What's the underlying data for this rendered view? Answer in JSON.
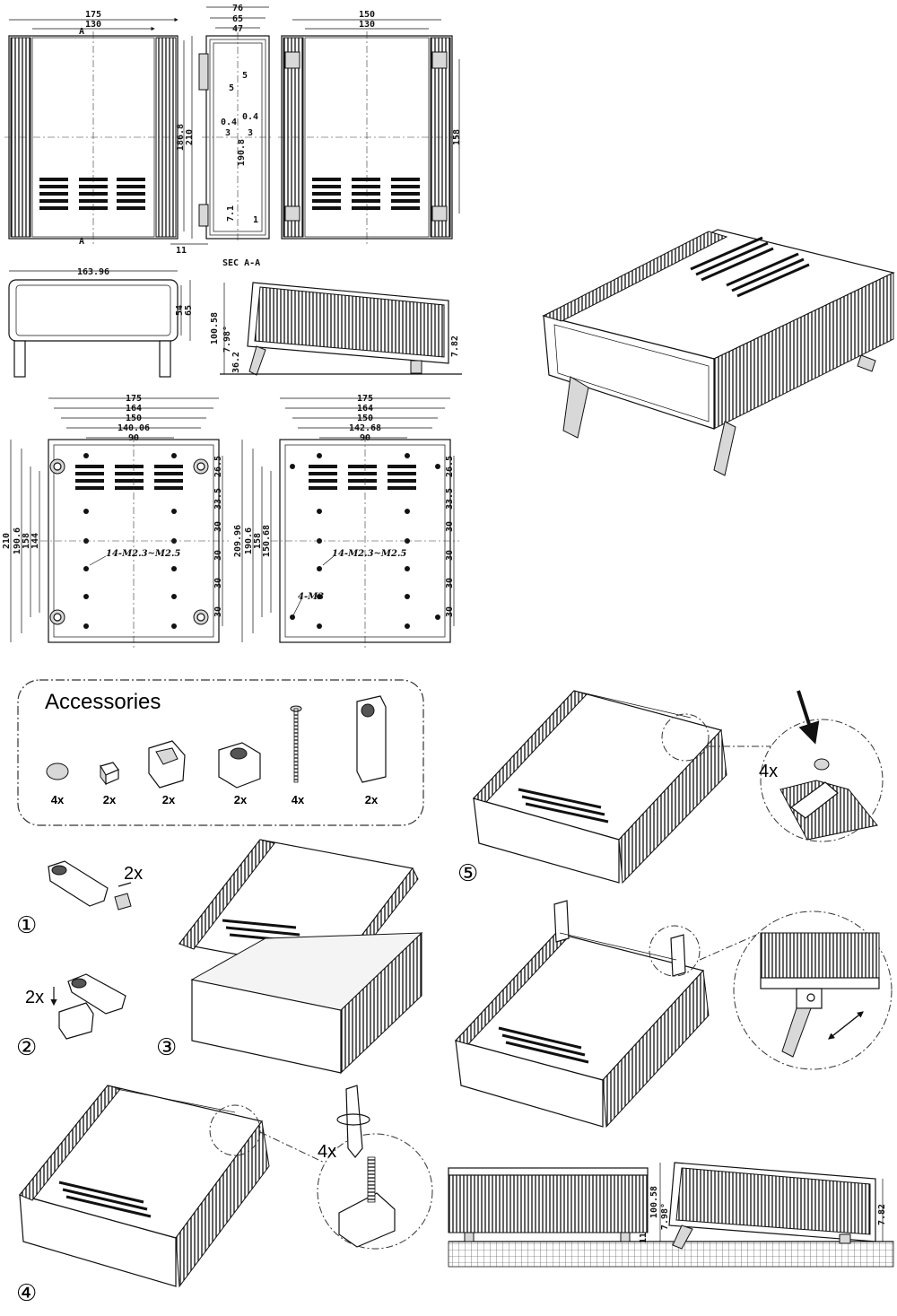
{
  "top_views": {
    "front": {
      "w_outer": "175",
      "w_inner": "130",
      "h_inner": "186.8",
      "h_outer": "210",
      "base": "11",
      "section_mark": "A"
    },
    "section": {
      "d_outer": "76",
      "d_mid": "65",
      "d_inner": "47",
      "wall_a": "5",
      "wall_b": "0.4",
      "wall_c": "3",
      "inner_h": "190.8",
      "foot": "7.1",
      "gap": "1",
      "caption": "SEC A-A"
    },
    "back": {
      "w_outer": "150",
      "w_inner": "130",
      "h": "158"
    }
  },
  "mid_views": {
    "front_small": {
      "width": "163.96",
      "h_inner": "54",
      "h_outer": "65"
    },
    "side": {
      "height": "100.58",
      "angle": "7.98°",
      "foot_h": "36.2",
      "right_h": "7.82"
    }
  },
  "bottom_views": {
    "left": {
      "w1": "175",
      "w2": "164",
      "w3": "150",
      "w4": "140.06",
      "w5": "90",
      "h1": "210",
      "h2": "190.6",
      "h3": "158",
      "h4": "144",
      "pitch": [
        "26.5",
        "33.5",
        "30",
        "30",
        "30",
        "30"
      ],
      "holes": "14-M2.3~M2.5"
    },
    "right": {
      "w1": "175",
      "w2": "164",
      "w3": "150",
      "w4": "142.68",
      "w5": "90",
      "h1": "209.96",
      "h2": "190.6",
      "h3": "158",
      "h4": "150.68",
      "pitch": [
        "26.5",
        "33.5",
        "30",
        "30",
        "30",
        "30"
      ],
      "holes": "14-M2.3~M2.5",
      "screws": "4-M3"
    }
  },
  "accessories": {
    "title": "Accessories",
    "items": [
      {
        "icon": "rubber-foot-icon",
        "qty": "4x"
      },
      {
        "icon": "small-block-icon",
        "qty": "2x"
      },
      {
        "icon": "hinge-bracket-icon",
        "qty": "2x"
      },
      {
        "icon": "hinge-cap-icon",
        "qty": "2x"
      },
      {
        "icon": "screw-icon",
        "qty": "4x"
      },
      {
        "icon": "tilt-leg-icon",
        "qty": "2x"
      }
    ]
  },
  "steps": [
    {
      "num": "①",
      "mult": "2x"
    },
    {
      "num": "②",
      "mult": "2x"
    },
    {
      "num": "③"
    },
    {
      "num": "④",
      "mult": "4x"
    },
    {
      "num": "⑤",
      "mult": "4x"
    }
  ],
  "final_side": {
    "height": "100.58",
    "angle": "7.98°",
    "foot": "11",
    "right_h": "7.82"
  }
}
